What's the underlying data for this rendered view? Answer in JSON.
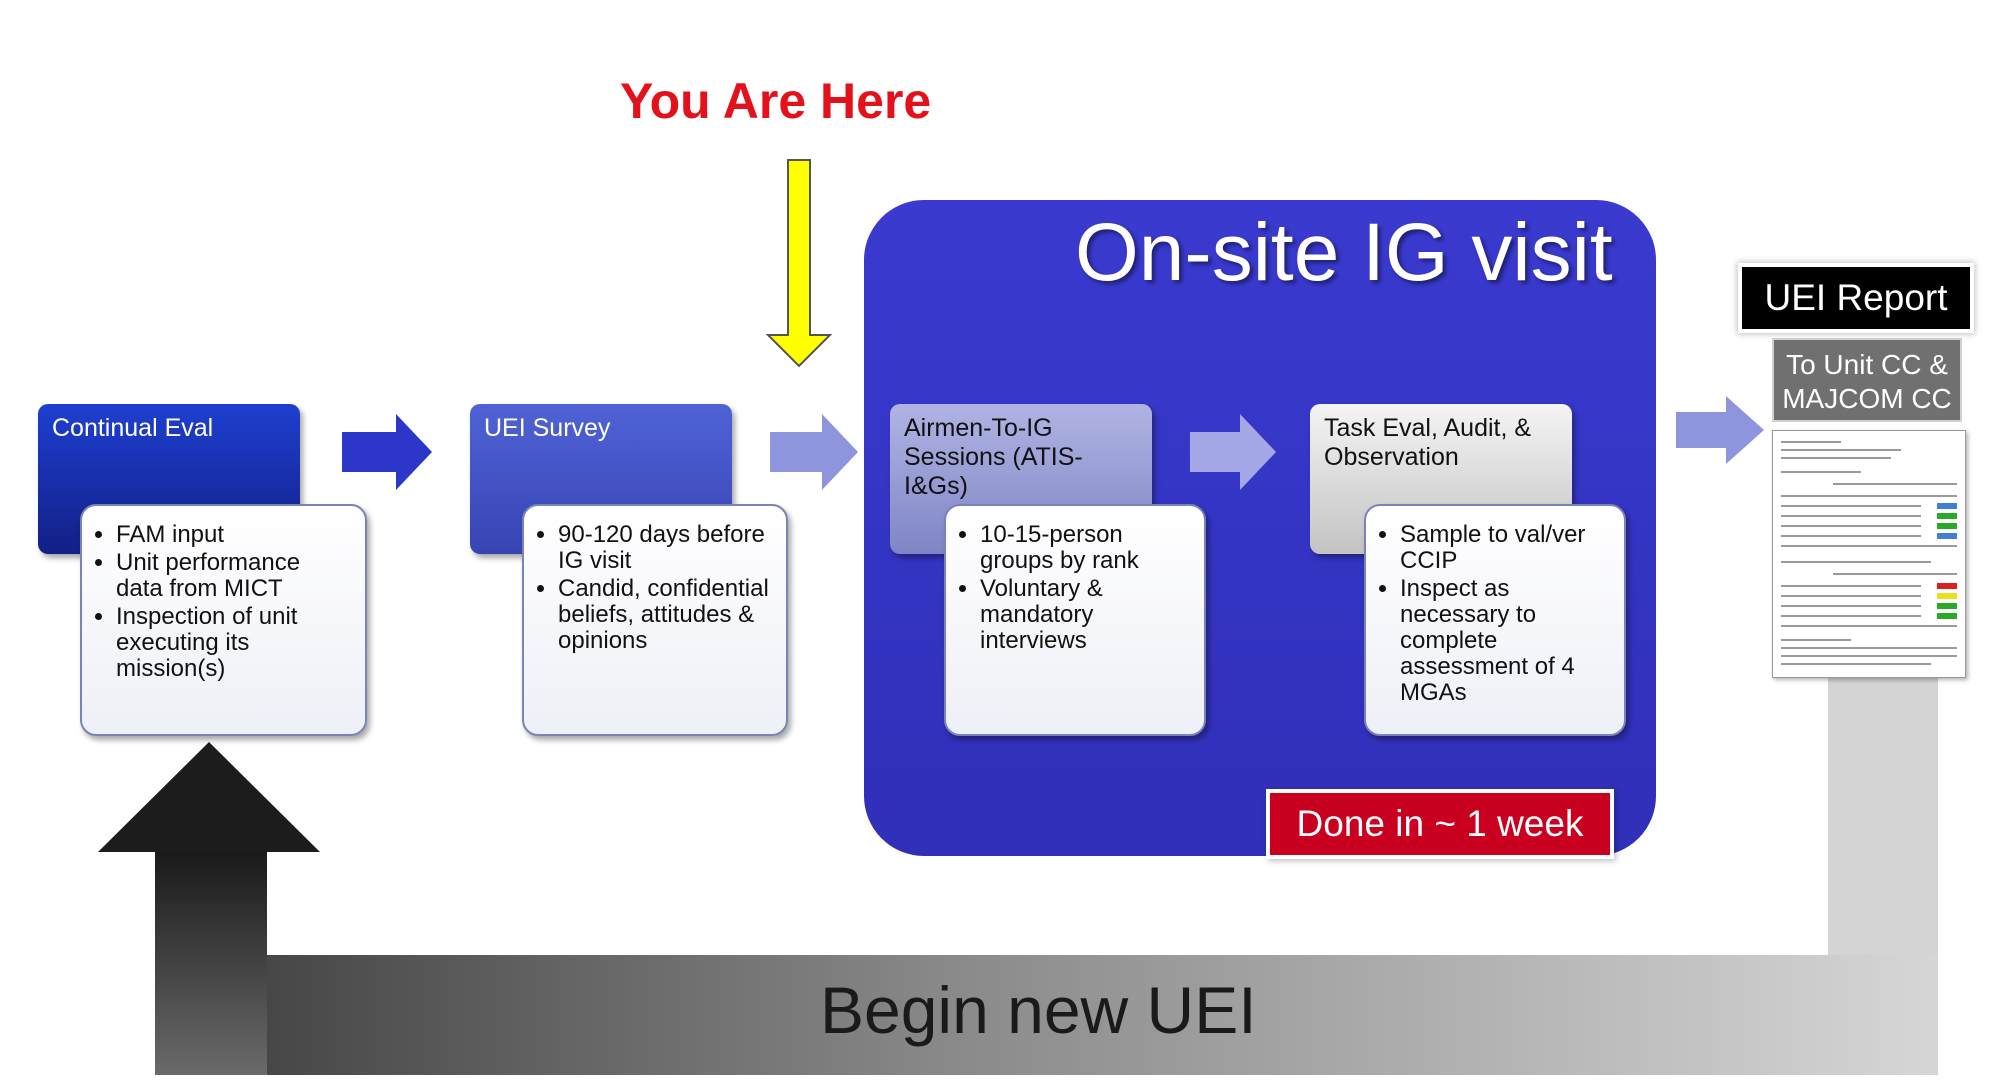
{
  "you_are_here": "You Are Here",
  "onsite": {
    "title": "On-site IG visit",
    "done_label": "Done in ~ 1 week"
  },
  "steps": [
    {
      "header": "Continual Eval",
      "bullets": [
        "FAM input",
        "Unit performance data from MICT",
        "Inspection of unit executing its mission(s)"
      ]
    },
    {
      "header": "UEI Survey",
      "bullets": [
        "90-120 days before IG visit",
        "Candid, confidential beliefs, attitudes & opinions"
      ]
    },
    {
      "header": "Airmen-To-IG Sessions (ATIS-I&Gs)",
      "bullets": [
        "10-15-person groups by rank",
        "Voluntary & mandatory interviews"
      ]
    },
    {
      "header": "Task Eval, Audit, & Observation",
      "bullets": [
        "Sample to val/ver CCIP",
        "Inspect as necessary to complete assessment of 4 MGAs"
      ]
    }
  ],
  "report": {
    "title": "UEI Report",
    "recipients": "To Unit CC & MAJCOM CC"
  },
  "loop_label": "Begin new UEI",
  "colors": {
    "onsite_panel": "#3333c4",
    "you_are_here_text": "#e3111b",
    "yellow_arrow": "#ffff00",
    "done_box": "#c9001f"
  }
}
